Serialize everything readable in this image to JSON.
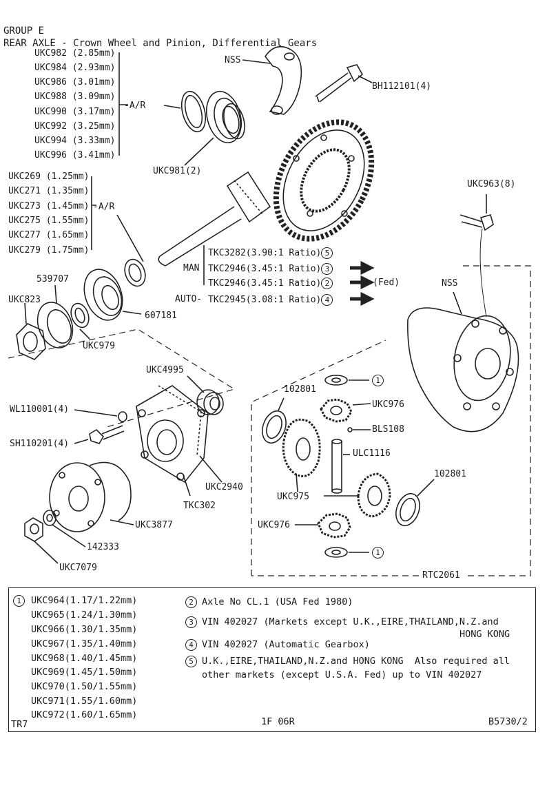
{
  "header": {
    "group": "GROUP E",
    "title": "REAR AXLE - Crown Wheel and Pinion, Differential Gears"
  },
  "labels": {
    "nss_top": "NSS",
    "bh112101": "BH112101(4)",
    "ukc981": "UKC981(2)",
    "ar1": "-A/R",
    "ar2": "-A/R",
    "ukc963": "UKC963(8)",
    "man": "MAN",
    "auto": "AUTO-",
    "fed": "(Fed)",
    "nss_diff": "NSS",
    "ukc823": "UKC823",
    "p539707": "539707",
    "p607181": "607181",
    "ukc979": "UKC979",
    "ukc4995": "UKC4995",
    "wl110001": "WL110001(4)",
    "sh110201": "SH110201(4)",
    "ukc2940": "UKC2940",
    "tkc302": "TKC302",
    "ukc3877": "UKC3877",
    "p142333": "142333",
    "ukc7079": "UKC7079",
    "p102801_a": "102801",
    "ukc976_a": "UKC976",
    "bls108": "BLS108",
    "ulc1116": "ULC1116",
    "p102801_b": "102801",
    "ukc975": "UKC975",
    "ukc976_b": "UKC976",
    "rtc2061": "RTC2061",
    "n1": "1"
  },
  "shim_group_1": [
    "UKC982 (2.85mm)",
    "UKC984 (2.93mm)",
    "UKC986 (3.01mm)",
    "UKC988 (3.09mm)",
    "UKC990 (3.17mm)",
    "UKC992 (3.25mm)",
    "UKC994 (3.33mm)",
    "UKC996 (3.41mm)"
  ],
  "shim_group_2": [
    "UKC269 (1.25mm)",
    "UKC271 (1.35mm)",
    "UKC273 (1.45mm)",
    "UKC275 (1.55mm)",
    "UKC277 (1.65mm)",
    "UKC279 (1.75mm)"
  ],
  "ratios": [
    {
      "text": "TKC3282(3.90:1 Ratio)",
      "note": "5"
    },
    {
      "text": "TKC2946(3.45:1 Ratio)",
      "note": "3"
    },
    {
      "text": "TKC2946(3.45:1 Ratio)",
      "note": "2"
    },
    {
      "text": "TKC2945(3.08:1 Ratio)",
      "note": "4"
    }
  ],
  "legend": {
    "n1": "1",
    "thrust_washers": [
      "UKC964(1.17/1.22mm)",
      "UKC965(1.24/1.30mm)",
      "UKC966(1.30/1.35mm)",
      "UKC967(1.35/1.40mm)",
      "UKC968(1.40/1.45mm)",
      "UKC969(1.45/1.50mm)",
      "UKC970(1.50/1.55mm)",
      "UKC971(1.55/1.60mm)",
      "UKC972(1.60/1.65mm)"
    ],
    "n2": "2",
    "note2": "Axle No CL.1 (USA Fed 1980)",
    "n3": "3",
    "note3a": "VIN 402027 (Markets except U.K.,EIRE,THAILAND,N.Z.and",
    "note3b": "HONG KONG",
    "n4": "4",
    "note4": "VIN 402027 (Automatic Gearbox)",
    "n5": "5",
    "note5a": "U.K.,EIRE,THAILAND,N.Z.and HONG KONG  Also required all",
    "note5b": "other markets (except U.S.A. Fed) up to VIN 402027",
    "tr7": "TR7",
    "page": "1F 06R",
    "ref": "B5730/2"
  }
}
